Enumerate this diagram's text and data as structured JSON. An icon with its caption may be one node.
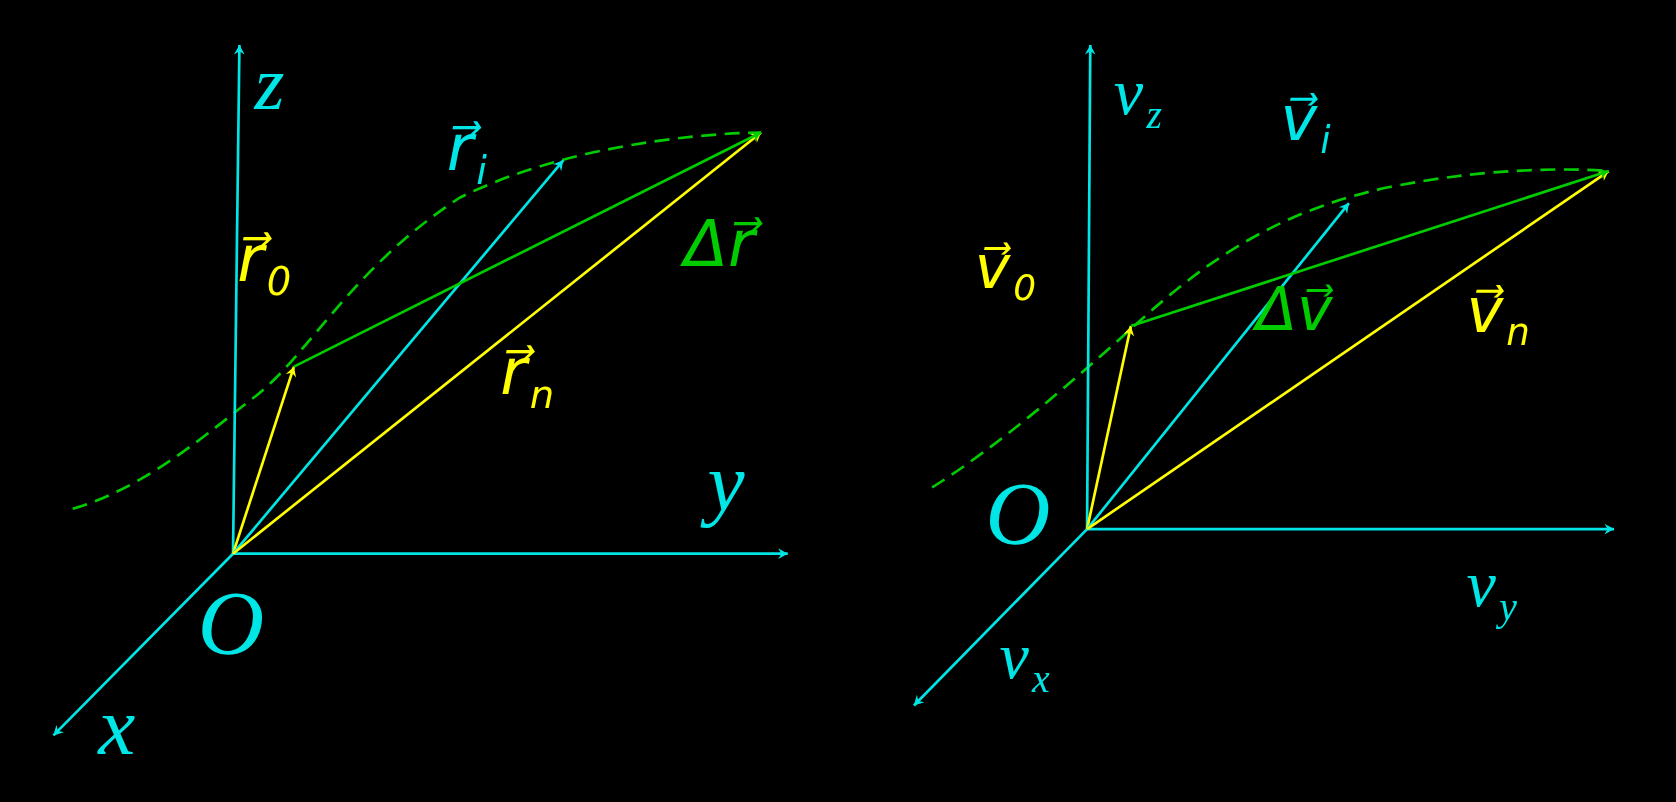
{
  "diagram": {
    "labels": [
      "z",
      "r⃗$_{i}$",
      "r⃗$_{0}$",
      "Δr⃗",
      "r⃗$_{n}$",
      "y",
      "O",
      "x",
      "v$_{z}$",
      "v⃗$_{i}$",
      "v⃗$_{0}$",
      "Δv⃗",
      "v⃗$_{n}$",
      "O",
      "v$_{y}$",
      "v$_{x}$"
    ]
  }
}
